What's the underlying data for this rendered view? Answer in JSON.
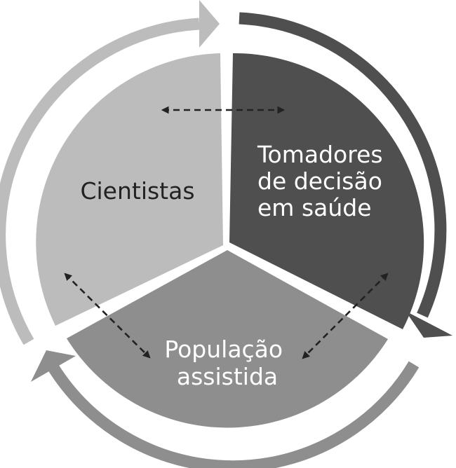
{
  "segments": {
    "top_left": {
      "lines": [
        "Cientistas"
      ],
      "fill": "#bcbcbc",
      "text_color": "#222222"
    },
    "top_right": {
      "lines": [
        "Tomadores",
        "de decisão",
        "em saúde"
      ],
      "fill": "#4f4f50",
      "text_color": "#ffffff"
    },
    "bottom": {
      "lines": [
        "População",
        "assistida"
      ],
      "fill": "#8e8e8f",
      "text_color": "#ffffff"
    }
  },
  "outer_arrows": {
    "left_to_top": {
      "color": "#bcbcbc"
    },
    "top_to_right": {
      "color": "#4f4f50"
    },
    "bottom_to_left": {
      "color": "#8e8e8f"
    }
  },
  "inner_arrow_color": "#222222"
}
